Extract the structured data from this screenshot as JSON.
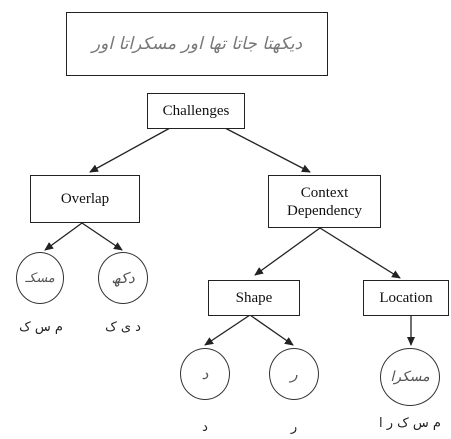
{
  "header_image": {
    "text": "دیکھتا جاتا تھا اور مسکراتا اور"
  },
  "nodes": {
    "root": "Challenges",
    "overlap": "Overlap",
    "context_line1": "Context",
    "context_line2": "Dependency",
    "shape": "Shape",
    "location": "Location"
  },
  "leaves": {
    "overlap_left": {
      "glyph": "مسکـ",
      "caption": "م س ک"
    },
    "overlap_right": {
      "glyph": "دکھ",
      "caption": "د ی ک"
    },
    "shape_left": {
      "glyph": "د",
      "caption": "د"
    },
    "shape_right": {
      "glyph": "ر",
      "caption": "ر"
    },
    "location": {
      "glyph": "مسکرا",
      "caption": "م س ک ر ا"
    }
  }
}
